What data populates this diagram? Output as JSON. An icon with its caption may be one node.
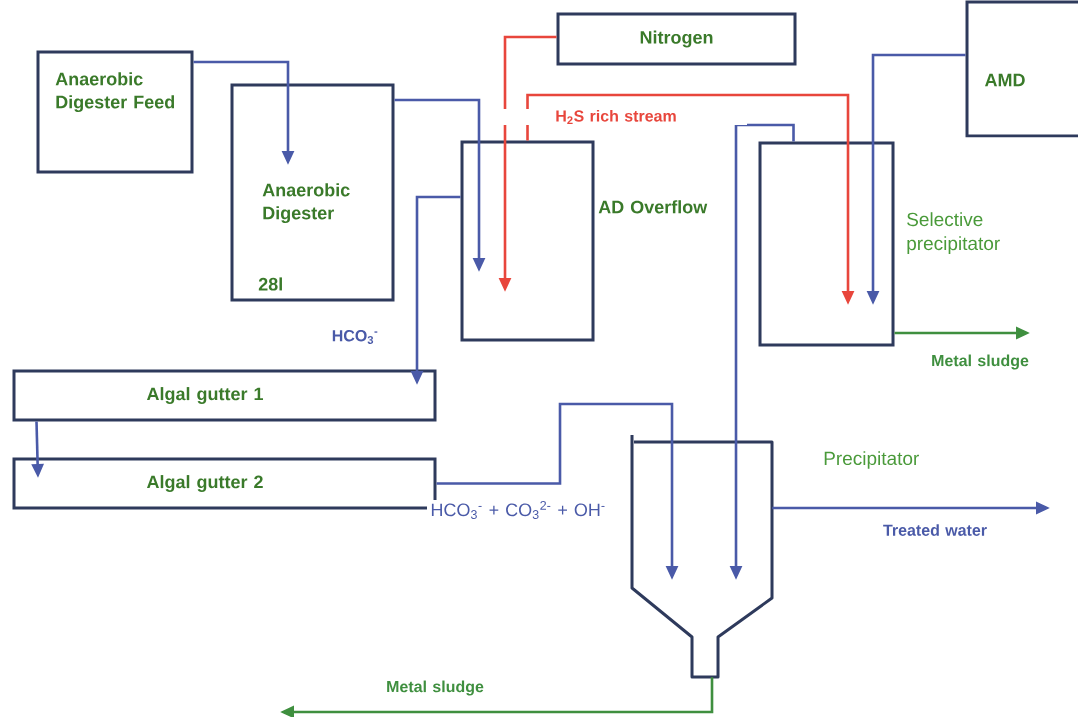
{
  "diagram": {
    "nodes": [
      {
        "text": [
          "Anaerobic Digester Feed"
        ]
      },
      {
        "text": [
          "Anaerobic Digester",
          "28l"
        ]
      },
      {
        "text": [
          "AD Overflow"
        ]
      },
      {
        "text": [
          "Nitrogen"
        ]
      },
      {
        "text": [
          "AMD"
        ]
      },
      {
        "text": [
          "Selective precipitator"
        ]
      },
      {
        "text": [
          "Algal gutter 1"
        ]
      },
      {
        "text": [
          "Algal gutter 2"
        ]
      },
      {
        "text": [
          "Precipitator"
        ]
      }
    ],
    "edges": [
      {
        "from": 0,
        "to": 1,
        "arrow": "to"
      },
      {
        "from": 1,
        "to": 2,
        "arrow": "to"
      },
      {
        "from": 3,
        "to": 2,
        "arrow": "to",
        "color": "#e8463c"
      },
      {
        "from": 2,
        "to": 5,
        "arrow": "to",
        "label": "H$_{2}$S rich stream",
        "color": "#e8463c"
      },
      {
        "from": 4,
        "to": 5,
        "arrow": "to"
      },
      {
        "from": 2,
        "to": 6,
        "arrow": "to",
        "label": "HCO$_{3}$$^{-}$"
      },
      {
        "from": 6,
        "to": 7,
        "arrow": "to"
      },
      {
        "from": 7,
        "to": 8,
        "arrow": "to",
        "label": "HCO$_{3}$$^{-}$ + CO$_{3}$$^{2-}$ + OH$^{-}$"
      },
      {
        "from": 5,
        "to": 8,
        "arrow": "to"
      },
      {
        "from": 5,
        "to": null,
        "arrow": "to",
        "label": "Metal sludge",
        "color": "#3f8f3f"
      },
      {
        "from": 8,
        "to": null,
        "arrow": "to",
        "label": "Treated water"
      },
      {
        "from": 8,
        "to": null,
        "arrow": "to",
        "label": "Metal sludge",
        "color": "#3f8f3f"
      }
    ]
  }
}
